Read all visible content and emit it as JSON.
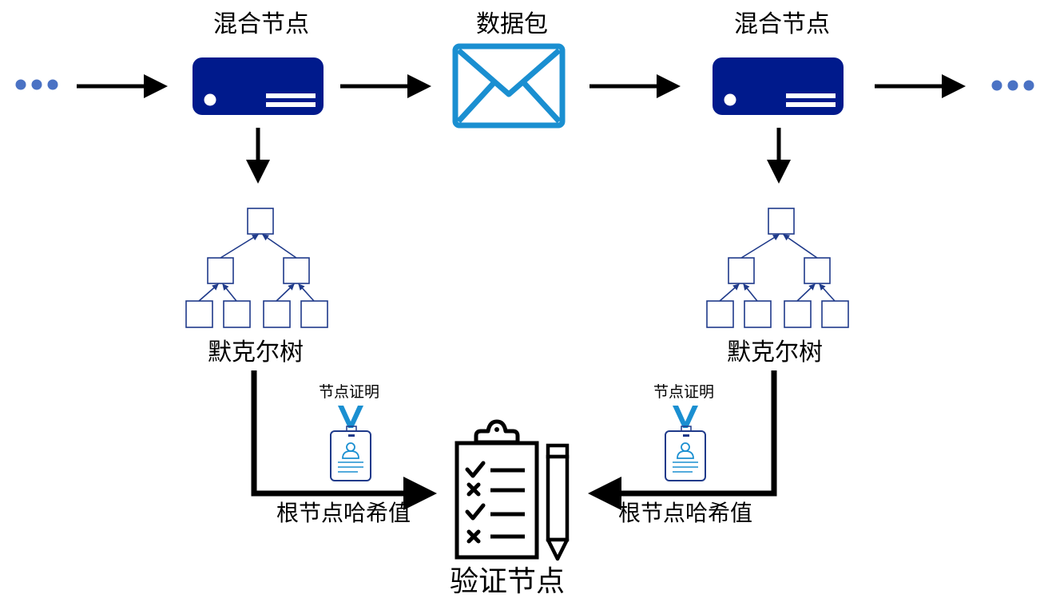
{
  "labels": {
    "mix_node_left": "混合节点",
    "packet": "数据包",
    "mix_node_right": "混合节点",
    "merkle_tree_left": "默克尔树",
    "merkle_tree_right": "默克尔树",
    "node_proof_left": "节点证明",
    "node_proof_right": "节点证明",
    "root_hash_left": "根节点哈希值",
    "root_hash_right": "根节点哈希值",
    "verifier_node": "验证节点"
  },
  "colors": {
    "server": "#001a8c",
    "packet": "#1a8fd1",
    "tree": "#1f3a8a",
    "dots": "#4a72c4",
    "badge_outline": "#1f3a8a",
    "badge_accent": "#1a8fd1",
    "arrow": "#000000"
  },
  "icons": {
    "server": "server-icon",
    "packet": "envelope-icon",
    "badge": "id-badge-icon",
    "checklist": "clipboard-checklist-icon",
    "pencil": "pencil-icon",
    "ellipsis": "ellipsis-icon"
  }
}
